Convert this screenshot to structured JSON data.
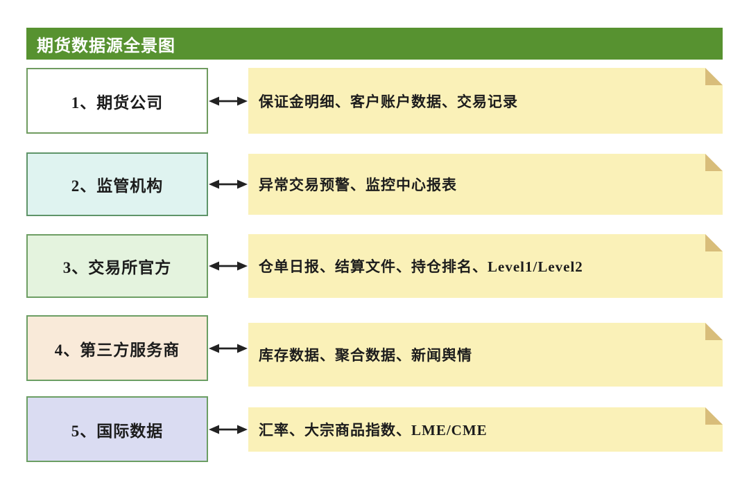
{
  "header": {
    "title": "期货数据源全景图",
    "bg_color": "#579230",
    "text_color": "#ffffff"
  },
  "note_style": {
    "bg_color": "#faf1b8",
    "fold_color": "#d8bd7a"
  },
  "arrow": {
    "type": "double-headed",
    "color": "#222222"
  },
  "rows": [
    {
      "source": {
        "label": "1、期货公司",
        "bg": "#ffffff",
        "border": "#6f9b5f"
      },
      "outputs": "保证金明细、客户账户数据、交易记录"
    },
    {
      "source": {
        "label": "2、监管机构",
        "bg": "#dff3f0",
        "border": "#5e9468"
      },
      "outputs": "异常交易预警、监控中心报表"
    },
    {
      "source": {
        "label": "3、交易所官方",
        "bg": "#e4f3de",
        "border": "#6d9e63"
      },
      "outputs": "仓单日报、结算文件、持仓排名、Level1/Level2"
    },
    {
      "source": {
        "label": "4、第三方服务商",
        "bg": "#f9ead9",
        "border": "#6b9e63"
      },
      "outputs": "库存数据、聚合数据、新闻舆情"
    },
    {
      "source": {
        "label": "5、国际数据",
        "bg": "#dadcf2",
        "border": "#6b9e63"
      },
      "outputs": "汇率、大宗商品指数、LME/CME"
    }
  ]
}
